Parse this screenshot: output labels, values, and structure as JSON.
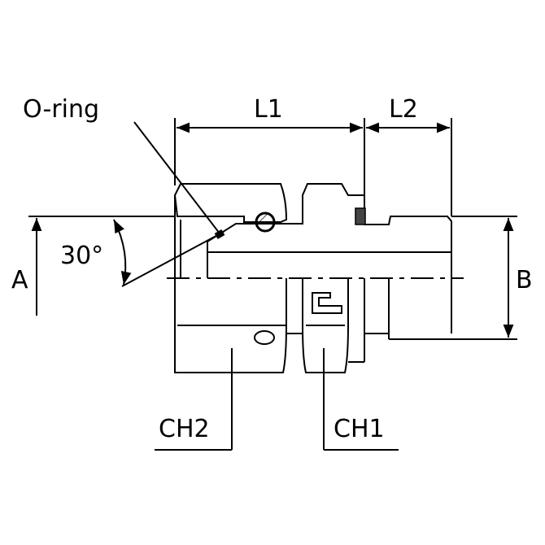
{
  "labels": {
    "oring": "O-ring",
    "l1": "L1",
    "l2": "L2",
    "angle": "30°",
    "a": "A",
    "b": "B",
    "ch2": "CH2",
    "ch1": "CH1"
  }
}
